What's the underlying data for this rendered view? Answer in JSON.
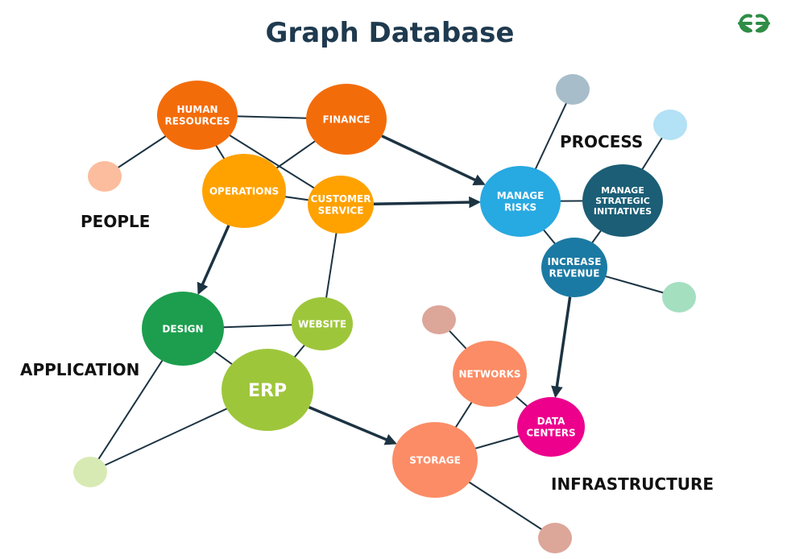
{
  "title": "Graph Database",
  "logo": {
    "text": "GG",
    "color": "#2f8d46"
  },
  "groups": {
    "people": "PEOPLE",
    "process": "PROCESS",
    "application": "APPLICATION",
    "infrastructure": "INFRASTRUCTURE"
  },
  "nodes": {
    "human_resources": {
      "lines": [
        "HUMAN",
        "RESOURCES"
      ],
      "color": "#f36c0a"
    },
    "finance": {
      "lines": [
        "FINANCE"
      ],
      "color": "#f36c0a"
    },
    "operations": {
      "lines": [
        "OPERATIONS"
      ],
      "color": "#ffa200"
    },
    "customer_service": {
      "lines": [
        "CUSTOMER",
        "SERVICE"
      ],
      "color": "#ffa200"
    },
    "manage_risks": {
      "lines": [
        "MANAGE",
        "RISKS"
      ],
      "color": "#27a9e1"
    },
    "manage_strategic": {
      "lines": [
        "MANAGE",
        "STRATEGIC",
        "INITIATIVES"
      ],
      "color": "#1b5e76"
    },
    "increase_revenue": {
      "lines": [
        "INCREASE",
        "REVENUE"
      ],
      "color": "#1b7aa3"
    },
    "design": {
      "lines": [
        "DESIGN"
      ],
      "color": "#1c9e4e"
    },
    "website": {
      "lines": [
        "WEBSITE"
      ],
      "color": "#9ec63b"
    },
    "erp": {
      "lines": [
        "ERP"
      ],
      "color": "#9ec63b"
    },
    "networks": {
      "lines": [
        "NETWORKS"
      ],
      "color": "#fb8c66"
    },
    "data_centers": {
      "lines": [
        "DATA",
        "CENTERS"
      ],
      "color": "#ec008c"
    },
    "storage": {
      "lines": [
        "STORAGE"
      ],
      "color": "#fb8c66"
    },
    "leaf_people": {
      "lines": [],
      "color": "#fbbd9e"
    },
    "leaf_process_top": {
      "lines": [],
      "color": "#a7bdc9"
    },
    "leaf_process_right": {
      "lines": [],
      "color": "#b3e1f5"
    },
    "leaf_revenue": {
      "lines": [],
      "color": "#a4dfc0"
    },
    "leaf_application": {
      "lines": [],
      "color": "#d8eab3"
    },
    "leaf_networks": {
      "lines": [],
      "color": "#dca699"
    },
    "leaf_storage": {
      "lines": [],
      "color": "#dca699"
    }
  },
  "edges": [
    {
      "from": "human_resources",
      "to": "finance",
      "directed": false
    },
    {
      "from": "human_resources",
      "to": "operations",
      "directed": false
    },
    {
      "from": "human_resources",
      "to": "customer_service",
      "directed": false
    },
    {
      "from": "human_resources",
      "to": "leaf_people",
      "directed": false
    },
    {
      "from": "finance",
      "to": "operations",
      "directed": false
    },
    {
      "from": "operations",
      "to": "customer_service",
      "directed": false
    },
    {
      "from": "customer_service",
      "to": "website",
      "directed": false
    },
    {
      "from": "manage_risks",
      "to": "leaf_process_top",
      "directed": false
    },
    {
      "from": "manage_risks",
      "to": "manage_strategic",
      "directed": false
    },
    {
      "from": "manage_risks",
      "to": "increase_revenue",
      "directed": false
    },
    {
      "from": "manage_strategic",
      "to": "leaf_process_right",
      "directed": false
    },
    {
      "from": "manage_strategic",
      "to": "increase_revenue",
      "directed": false
    },
    {
      "from": "increase_revenue",
      "to": "leaf_revenue",
      "directed": false
    },
    {
      "from": "design",
      "to": "website",
      "directed": false
    },
    {
      "from": "design",
      "to": "erp",
      "directed": false
    },
    {
      "from": "design",
      "to": "leaf_application",
      "directed": false
    },
    {
      "from": "website",
      "to": "erp",
      "directed": false
    },
    {
      "from": "erp",
      "to": "leaf_application",
      "directed": false
    },
    {
      "from": "networks",
      "to": "leaf_networks",
      "directed": false
    },
    {
      "from": "networks",
      "to": "data_centers",
      "directed": false
    },
    {
      "from": "networks",
      "to": "storage",
      "directed": false
    },
    {
      "from": "storage",
      "to": "data_centers",
      "directed": false
    },
    {
      "from": "storage",
      "to": "leaf_storage",
      "directed": false
    },
    {
      "from": "finance",
      "to": "manage_risks",
      "directed": true
    },
    {
      "from": "customer_service",
      "to": "manage_risks",
      "directed": true
    },
    {
      "from": "operations",
      "to": "design",
      "directed": true
    },
    {
      "from": "erp",
      "to": "storage",
      "directed": true
    },
    {
      "from": "increase_revenue",
      "to": "data_centers",
      "directed": true
    }
  ]
}
